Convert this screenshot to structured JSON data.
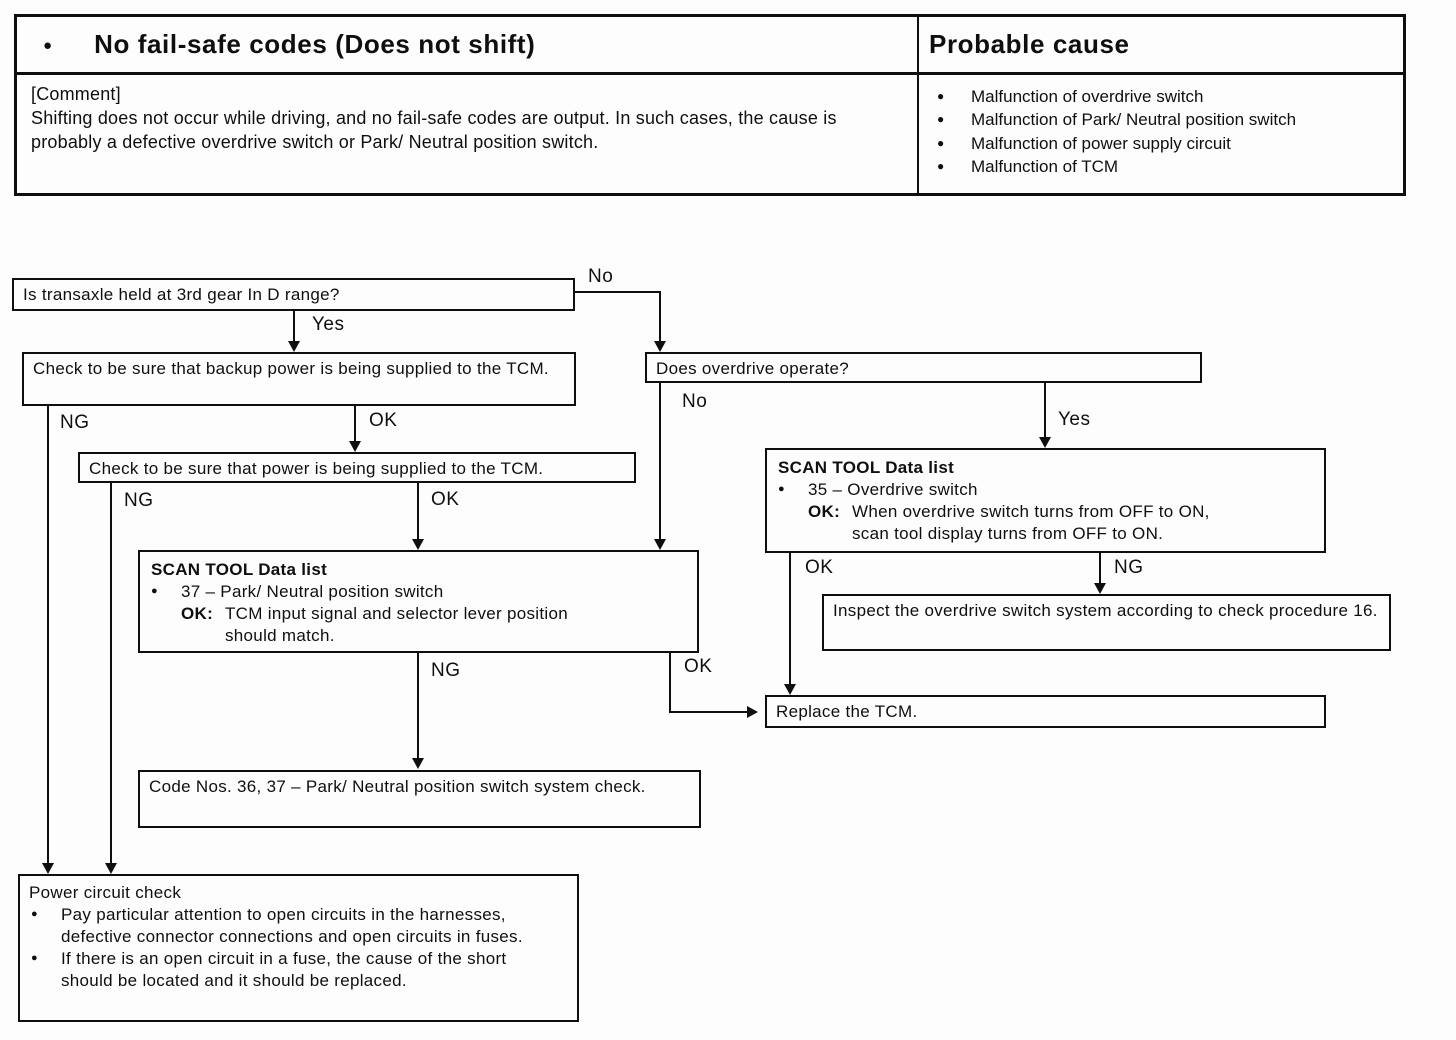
{
  "glyphs": {
    "bullet": "●"
  },
  "table": {
    "symptom_bullet": "●",
    "symptom_title": "No fail-safe codes (Does not shift)",
    "probable_cause_title": "Probable cause",
    "comment_label": "[Comment]",
    "comment_text": "Shifting does not occur while driving, and no fail-safe codes are output.  In such cases, the cause is probably a defective overdrive switch or Park/ Neutral position switch.",
    "causes": [
      "Malfunction of overdrive switch",
      "Malfunction of Park/ Neutral position switch",
      "Malfunction of power supply circuit",
      "Malfunction of TCM"
    ]
  },
  "flowchart": {
    "q_transaxle": "Is transaxle held at 3rd gear In D range?",
    "check_backup_power": "Check to be sure that backup power is being supplied to the TCM.",
    "check_power": "Check to be sure that power is being supplied to the TCM.",
    "scan37": {
      "title": "SCAN TOOL Data list",
      "item": "37 – Park/ Neutral position switch",
      "ok_label": "OK:",
      "ok_line1": "TCM input signal and selector lever position",
      "ok_line2": "should match."
    },
    "code_check": "Code Nos. 36, 37 – Park/ Neutral position switch system check.",
    "q_overdrive": "Does overdrive operate?",
    "scan35": {
      "title": "SCAN TOOL Data list",
      "item": "35 – Overdrive switch",
      "ok_label": "OK:",
      "ok_line1": "When overdrive switch turns from OFF to ON,",
      "ok_line2": "scan tool display turns from OFF to ON."
    },
    "inspect_overdrive": "Inspect the overdrive switch system according to check procedure 16.",
    "replace_tcm": "Replace the TCM.",
    "power_circuit": {
      "title": "Power circuit check",
      "bullet1": "Pay particular attention to open circuits in the harnesses, defective connector connections and open circuits in fuses.",
      "bullet2": "If there is an open circuit in a fuse, the cause of the short should be located and it should be replaced."
    },
    "labels": {
      "no_transaxle": "No",
      "yes_transaxle": "Yes",
      "ng_backup": "NG",
      "ok_backup": "OK",
      "ng_power": "NG",
      "ok_power": "OK",
      "no_overdrive": "No",
      "yes_overdrive": "Yes",
      "ng_scan37": "NG",
      "ok_scan37": "OK",
      "ok_scan35": "OK",
      "ng_scan35": "NG"
    }
  }
}
